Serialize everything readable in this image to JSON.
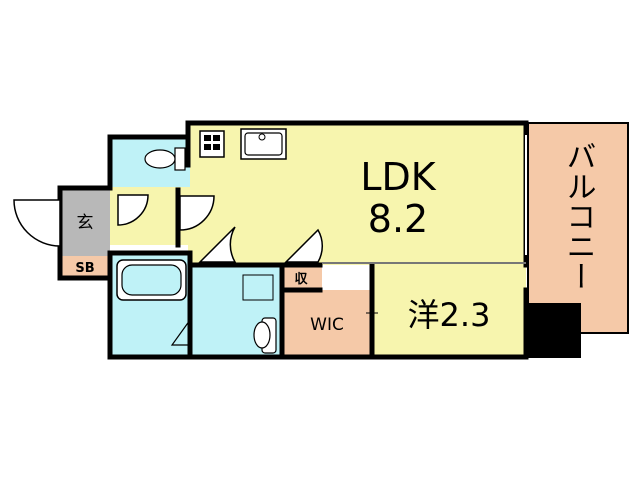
{
  "floorplan": {
    "rooms": {
      "ldk": {
        "label": "LDK",
        "size": "8.2",
        "color": "#F7F5AE"
      },
      "western": {
        "label": "洋2.3",
        "color": "#F7F5AE"
      },
      "wic": {
        "label": "WIC",
        "color": "#F5C9A8"
      },
      "closet": {
        "label": "収",
        "color": "#F5C9A8"
      },
      "balcony": {
        "label": "バルコニー",
        "color": "#F5C9A8"
      },
      "entrance": {
        "label": "玄",
        "color": "#B8B8B8"
      },
      "shoebox": {
        "label": "SB",
        "color": "#F5C9A8"
      },
      "toilet": {
        "color": "#BFF2F7"
      },
      "bath": {
        "color": "#BFF2F7"
      },
      "washroom": {
        "color": "#BFF2F7"
      },
      "hall": {
        "color": "#F7F5AE"
      }
    },
    "colors": {
      "wall": "#000000",
      "background": "#FFFFFF"
    }
  }
}
